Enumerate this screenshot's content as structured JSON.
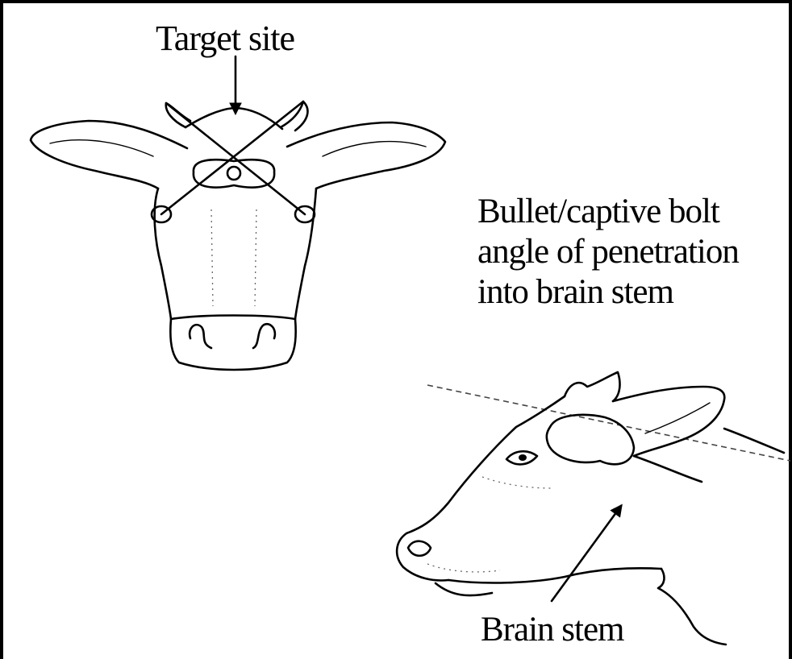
{
  "labels": {
    "target_site": "Target site",
    "bullet_line1": "Bullet/captive bolt",
    "bullet_line2": "angle of penetration",
    "bullet_line3": "into brain stem",
    "brain_stem": "Brain stem"
  },
  "icons": [
    "cow-head-front-illustration",
    "cow-head-side-illustration",
    "arrow-icon"
  ],
  "colors": {
    "ink": "#000000",
    "background": "#ffffff"
  }
}
